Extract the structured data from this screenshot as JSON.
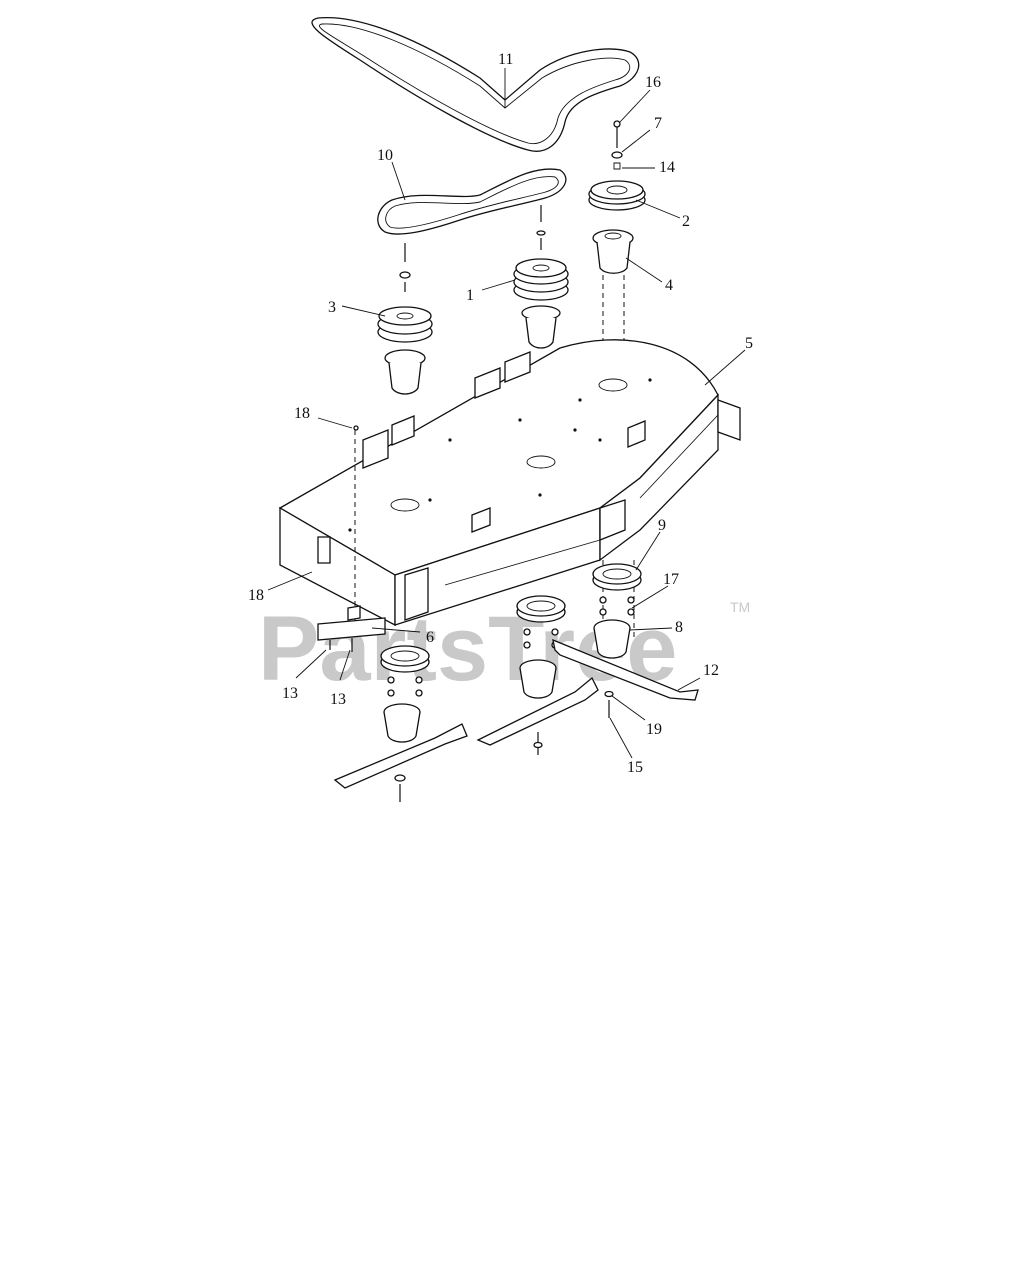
{
  "watermark": {
    "text": "PartsTree",
    "tm": "TM"
  },
  "callouts": [
    "11",
    "16",
    "7",
    "14",
    "10",
    "2",
    "4",
    "1",
    "3",
    "5",
    "18",
    "9",
    "17",
    "8",
    "6",
    "12",
    "13",
    "19",
    "15"
  ]
}
